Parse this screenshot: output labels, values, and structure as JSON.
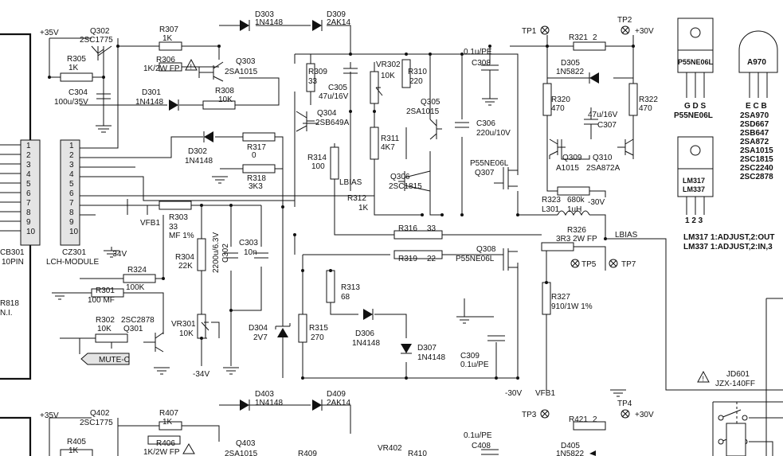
{
  "labels": {
    "q302_name": "Q302",
    "q302_type": "2SC1775",
    "r307_name": "R307",
    "r307_val": "1K",
    "d303_name": "D303",
    "d303_type": "1N4148",
    "d309_name": "D309",
    "d309_type": "2AK14",
    "tp1": "TP1",
    "tp2": "TP2",
    "p30v_top": "+30V",
    "r321": "R321",
    "r321_val": "2",
    "c308_val": "0.1u/PE",
    "c308_name": "C308",
    "d305_name": "D305",
    "d305_type": "1N5822",
    "r320_name": "R320",
    "r320_val": "470",
    "r322_name": "R322",
    "r322_val": "470",
    "c307_val": "47u/16V",
    "c307_name": "C307",
    "q309_name": "Q309",
    "q309_type": "A1015",
    "q310_name": "Q310",
    "q310_type": "2SA872A",
    "p35v": "+35V",
    "r305_name": "R305",
    "r305_val": "1K",
    "r306_name": "R306",
    "r306_val": "1K/2W FP",
    "q303_name": "Q303",
    "q303_type": "2SA1015",
    "r308_name": "R308",
    "r308_val": "10K",
    "c304_name": "C304",
    "c304_val": "100u/35V",
    "d301_name": "D301",
    "d301_type": "1N4148",
    "r309_name": "R309",
    "r309_val": "33",
    "vr302_name": "VR302",
    "vr302_val": "10K",
    "r310_name": "R310",
    "r310_val": "220",
    "c305_name": "C305",
    "c305_val": "47u/16V",
    "q304_name": "Q304",
    "q304_type": "2SB649A",
    "q305_name": "Q305",
    "q305_type": "2SA1015",
    "c306_name": "C306",
    "c306_val": "220u/10V",
    "r311_name": "R311",
    "r311_val": "4K7",
    "d302_name": "D302",
    "d302_type": "1N4148",
    "r317_name": "R317",
    "r317_val": "0",
    "r318_name": "R318",
    "r318_val": "3K3",
    "r314_name": "R314",
    "r314_val": "100",
    "q306_name": "Q306",
    "q306_type": "2SC1815",
    "q307_type": "P55NE06L",
    "q307_name": "Q307",
    "lbias": "LBIAS",
    "r312_name": "R312",
    "r312_val": "1K",
    "r323_name": "R323",
    "r323_val": "680k",
    "l301_name": "L301",
    "l301_val": "1uH",
    "m30v": "-30V",
    "vfb1": "VFB1",
    "r303_name": "R303",
    "r303_val": "33",
    "r303_val2": "MF 1%",
    "cb301": "CB301",
    "opin": "10PIN",
    "cz301": "CZ301",
    "lch": "LCH-MODULE",
    "m34v": "-34V",
    "r316_name": "R316",
    "r316_val": "33",
    "r326_name": "R326",
    "r326_val": "3R3  2W FP",
    "q308_name": "Q308",
    "q308_type": "P55NE06L",
    "r304_name": "R304",
    "r304_val": "22K",
    "c302_val": "2200u/6.3V",
    "c302_name": "C302",
    "c303_name": "C303",
    "c303_val": "10n",
    "r324_name": "R324",
    "r324_val": "100K",
    "r319_name": "R319",
    "r319_val": "22",
    "tp5": "TP5",
    "tp7": "TP7",
    "r818": "R818",
    "ni": "N.I.",
    "r301_name": "R301",
    "r301_val": "100  MF",
    "r302_name": "R302",
    "r302_val": "10K",
    "q301_type": "2SC2878",
    "q301_name": "Q301",
    "mute": "MUTE-C",
    "vr301_name": "VR301",
    "vr301_val": "10K",
    "d304_name": "D304",
    "d304_val": "2V7",
    "r315_name": "R315",
    "r315_val": "270",
    "r313_name": "R313",
    "r313_val": "68",
    "d306_name": "D306",
    "d306_type": "1N4148",
    "d307_name": "D307",
    "d307_type": "1N4148",
    "c309_name": "C309",
    "c309_val": "0.1u/PE",
    "r327_name": "R327",
    "r327_val": "910/1W 1%",
    "jd601": "JD601",
    "jzx": "JZX-140FF",
    "q402_name": "Q402",
    "q402_type": "2SC1775",
    "r407_name": "R407",
    "r407_val": "1K",
    "d403_name": "D403",
    "d403_type": "1N4148",
    "d409_name": "D409",
    "d409_type": "2AK14",
    "tp3": "TP3",
    "tp4": "TP4",
    "p30v_bot": "+30V",
    "r421": "R421",
    "r421_val": "2",
    "c408_val": "0.1u/PE",
    "c408_name": "C408",
    "d405_name": "D405",
    "d405_type": "1N5822",
    "r405_name": "R405",
    "r405_val": "1K",
    "r406_name": "R406",
    "r406_val": "1K/2W FP",
    "q403_name": "Q403",
    "q403_type": "2SA1015",
    "r409": "R409",
    "vr402": "VR402",
    "r410": "R410",
    "p35v_bot": "+35V"
  },
  "pins": [
    "1",
    "2",
    "3",
    "4",
    "5",
    "6",
    "7",
    "8",
    "9",
    "10"
  ],
  "packages": {
    "p55_label": "P55NE06L",
    "p55_pins": "G D S",
    "p55_name": "P55NE06L",
    "a970_label": "A970",
    "a970_pins": "E C B",
    "a970_list": [
      "2SA970",
      "2SD667",
      "2SB647",
      "2SA872",
      "2SA1015",
      "2SC1815",
      "2SC2240",
      "2SC2878"
    ],
    "lm_label1": "LM317",
    "lm_label2": "LM337",
    "lm_pins": "1 2 3",
    "lm317_note": "LM317  1:ADJUST,2:OUT",
    "lm337_note": "LM337  1:ADJUST,2:IN,3"
  }
}
